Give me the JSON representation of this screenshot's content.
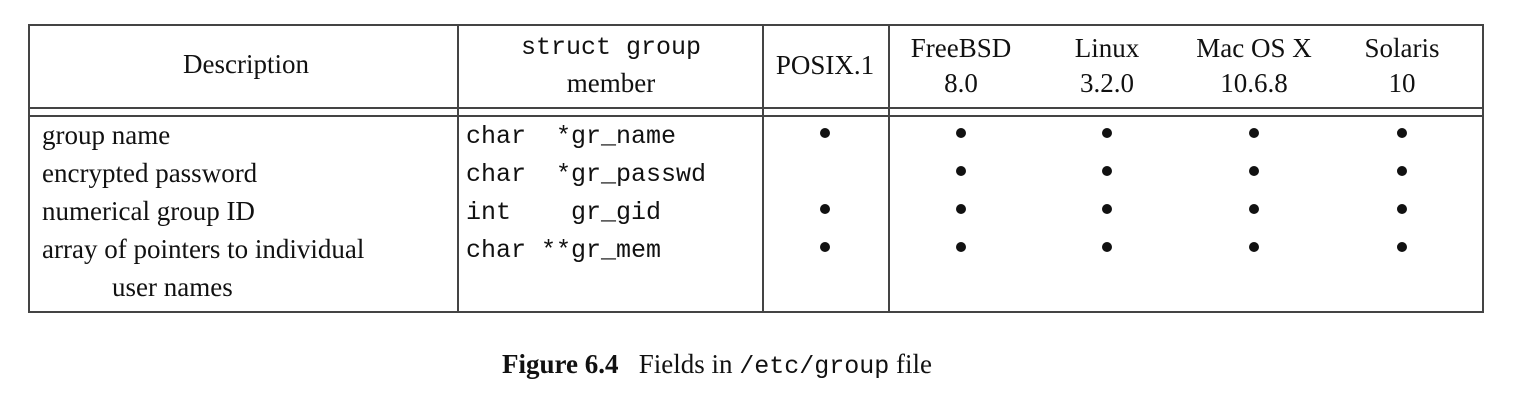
{
  "headers": {
    "description": "Description",
    "member_line1": "struct group",
    "member_line2": "member",
    "posix": "POSIX.1",
    "freebsd": [
      "FreeBSD",
      "8.0"
    ],
    "linux": [
      "Linux",
      "3.2.0"
    ],
    "macos": [
      "Mac OS X",
      "10.6.8"
    ],
    "solaris": [
      "Solaris",
      "10"
    ]
  },
  "rows": [
    {
      "description": "group name",
      "member": "char  *gr_name",
      "support": [
        true,
        true,
        true,
        true,
        true
      ]
    },
    {
      "description": "encrypted password",
      "member": "char  *gr_passwd",
      "support": [
        false,
        true,
        true,
        true,
        true
      ]
    },
    {
      "description": "numerical group ID",
      "member": "int    gr_gid",
      "support": [
        true,
        true,
        true,
        true,
        true
      ]
    },
    {
      "description": "array of pointers to individual",
      "description_cont": "user names",
      "member": "char **gr_mem",
      "support": [
        true,
        true,
        true,
        true,
        true
      ]
    }
  ],
  "caption": {
    "label": "Figure 6.4",
    "text_before": "Fields in",
    "code": "/etc/group",
    "text_after": "file"
  }
}
